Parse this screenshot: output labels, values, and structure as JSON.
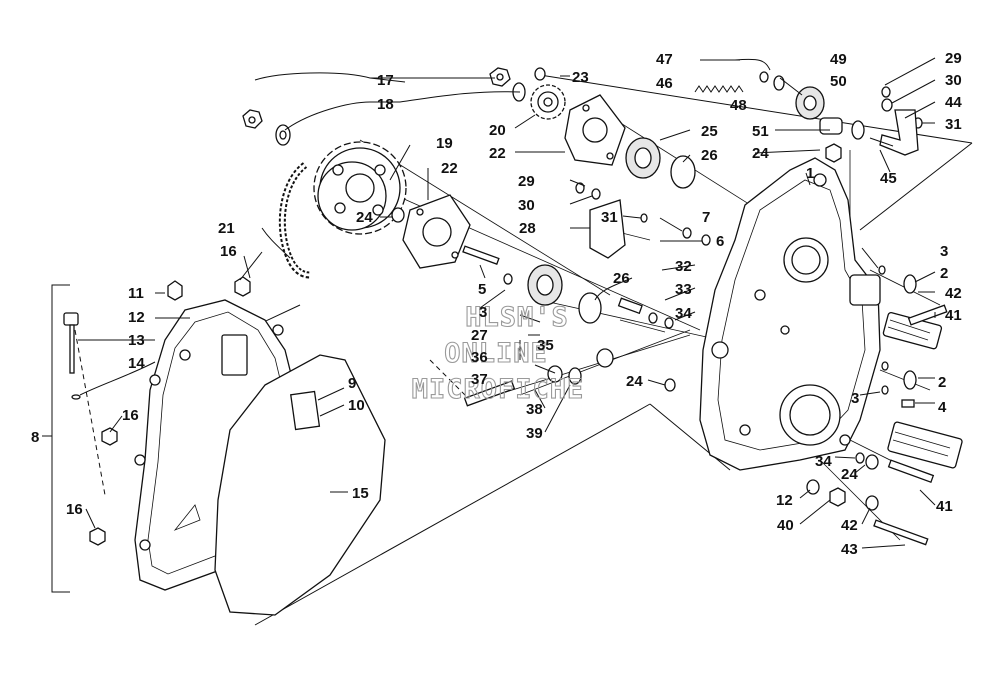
{
  "watermark": {
    "line1": "HLSM'S",
    "line2": "ONLINE",
    "line3": "MICROFICHE"
  },
  "callouts": [
    {
      "n": "1"
    },
    {
      "n": "2"
    },
    {
      "n": "2"
    },
    {
      "n": "3"
    },
    {
      "n": "3"
    },
    {
      "n": "3"
    },
    {
      "n": "4"
    },
    {
      "n": "5"
    },
    {
      "n": "6"
    },
    {
      "n": "7"
    },
    {
      "n": "8"
    },
    {
      "n": "9"
    },
    {
      "n": "10"
    },
    {
      "n": "11"
    },
    {
      "n": "12"
    },
    {
      "n": "12"
    },
    {
      "n": "13"
    },
    {
      "n": "14"
    },
    {
      "n": "15"
    },
    {
      "n": "16"
    },
    {
      "n": "16"
    },
    {
      "n": "16"
    },
    {
      "n": "17"
    },
    {
      "n": "18"
    },
    {
      "n": "19"
    },
    {
      "n": "20"
    },
    {
      "n": "21"
    },
    {
      "n": "22"
    },
    {
      "n": "22"
    },
    {
      "n": "23"
    },
    {
      "n": "24"
    },
    {
      "n": "24"
    },
    {
      "n": "24"
    },
    {
      "n": "24"
    },
    {
      "n": "25"
    },
    {
      "n": "26"
    },
    {
      "n": "26"
    },
    {
      "n": "27"
    },
    {
      "n": "28"
    },
    {
      "n": "29"
    },
    {
      "n": "29"
    },
    {
      "n": "30"
    },
    {
      "n": "30"
    },
    {
      "n": "31"
    },
    {
      "n": "31"
    },
    {
      "n": "32"
    },
    {
      "n": "33"
    },
    {
      "n": "34"
    },
    {
      "n": "34"
    },
    {
      "n": "35"
    },
    {
      "n": "36"
    },
    {
      "n": "37"
    },
    {
      "n": "38"
    },
    {
      "n": "39"
    },
    {
      "n": "40"
    },
    {
      "n": "41"
    },
    {
      "n": "41"
    },
    {
      "n": "42"
    },
    {
      "n": "42"
    },
    {
      "n": "43"
    },
    {
      "n": "44"
    },
    {
      "n": "45"
    },
    {
      "n": "46"
    },
    {
      "n": "47"
    },
    {
      "n": "48"
    },
    {
      "n": "49"
    },
    {
      "n": "50"
    },
    {
      "n": "51"
    }
  ]
}
